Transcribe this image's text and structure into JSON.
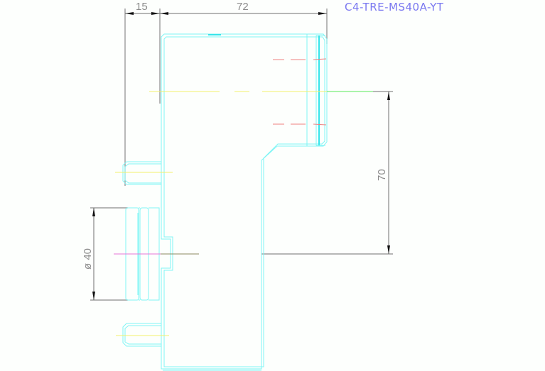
{
  "drawing": {
    "title": "C4-TRE-MS40A-YT",
    "title_color": "#7a78f0",
    "background": "#fdfffd",
    "dimensions": {
      "flange_width": "15",
      "body_length": "72",
      "height_offset": "70",
      "diameter": "ø 40"
    },
    "colors": {
      "outline": "#7ff5f5",
      "dimension": "#6f6f6f",
      "centerline_yellow": "#f4f06a",
      "hidden_red": "#ee8080",
      "centerline_green": "#58e858",
      "centerline_magenta": "#e874d8"
    }
  }
}
